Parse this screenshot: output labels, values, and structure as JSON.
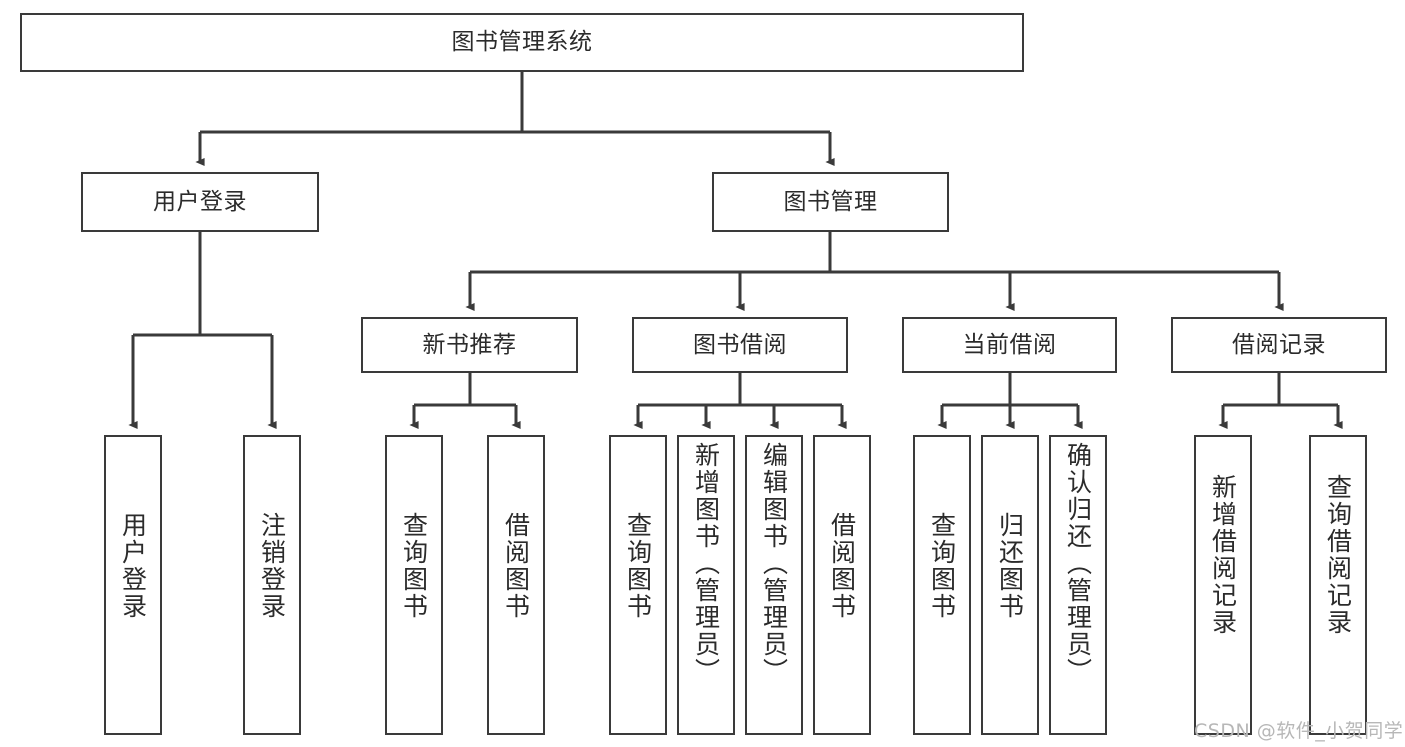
{
  "diagram": {
    "title": "图书管理系统",
    "root": {
      "label": "图书管理系统"
    },
    "level1": [
      {
        "label": "用户登录"
      },
      {
        "label": "图书管理"
      }
    ],
    "level2": [
      {
        "label": "新书推荐"
      },
      {
        "label": "图书借阅"
      },
      {
        "label": "当前借阅"
      },
      {
        "label": "借阅记录"
      }
    ],
    "leaves": {
      "user_login": [
        {
          "label": "用户登录"
        },
        {
          "label": "注销登录"
        }
      ],
      "new_book": [
        {
          "label": "查询图书"
        },
        {
          "label": "借阅图书"
        }
      ],
      "book_borrow": [
        {
          "label": "查询图书"
        },
        {
          "label": "新增图书（管理员）"
        },
        {
          "label": "编辑图书（管理员）"
        },
        {
          "label": "借阅图书"
        }
      ],
      "current_borrow": [
        {
          "label": "查询图书"
        },
        {
          "label": "归还图书"
        },
        {
          "label": "确认归还（管理员）"
        }
      ],
      "borrow_record": [
        {
          "label": "新增借阅记录"
        },
        {
          "label": "查询借阅记录"
        }
      ]
    },
    "watermark": "CSDN @软件_小贺同学",
    "colors": {
      "stroke": "#3a3a3a",
      "text": "#2b2b2b",
      "background": "#ffffff",
      "watermark": "#b7b7b7"
    }
  }
}
